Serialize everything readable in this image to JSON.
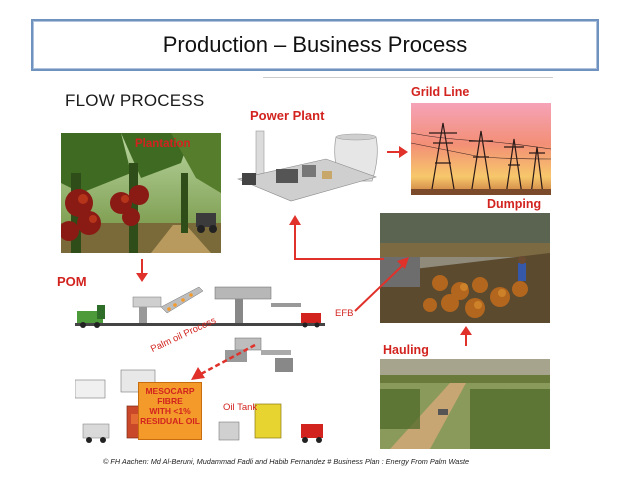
{
  "slide": {
    "title": "Production – Business Process",
    "footer": "© FH Aachen: Md Al-Beruni, Mudammad Fadli and Habib Fernandez # Business Plan : Energy From Palm Waste"
  },
  "diagram": {
    "heading": "FLOW PROCESS",
    "labels": {
      "plantation": "Plantation",
      "power_plant": "Power Plant",
      "grid_line": "Grild Line",
      "dumping": "Dumping",
      "pom": "POM",
      "efb": "EFB",
      "hauling": "Hauling",
      "palm_oil_process": "Palm oil Process",
      "oil_tank": "Oil Tank",
      "mesocarp": [
        "MESOCARP",
        "FIBRE",
        "WITH <1%",
        "RESIDUAL OIL"
      ]
    },
    "colors": {
      "label_red": "#d2231f",
      "arrow_red": "#e0312b",
      "mesocarp_fill": "#f39a2a",
      "title_border": "#4e7bb6"
    }
  }
}
